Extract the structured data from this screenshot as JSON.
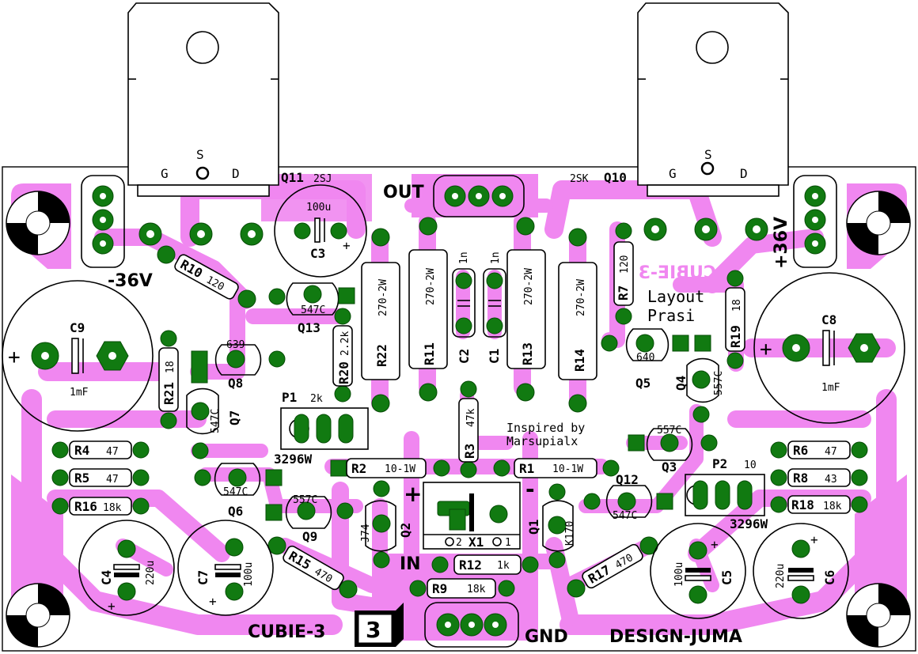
{
  "board": {
    "power": {
      "out": "OUT",
      "in": "IN",
      "gnd": "GND",
      "neg": "-36V",
      "pos": "+36V",
      "plus": "+",
      "minus": "-"
    },
    "title": {
      "name": "CUBIE-3",
      "num": "3",
      "design": "DESIGN-JUMA",
      "mirror": "CUBIE-3"
    },
    "credits": {
      "l1": "Layout",
      "l2": "Prasi",
      "i1": "Inspired by",
      "i2": "Marsupialx"
    },
    "fet": {
      "g": "G",
      "s": "S",
      "d": "D"
    },
    "q11": {
      "ref": "Q11",
      "val": "2SJ"
    },
    "q10": {
      "ref": "Q10",
      "val": "2SK"
    },
    "c3": {
      "ref": "C3",
      "val": "100u"
    },
    "c9": {
      "ref": "C9",
      "val": "1mF"
    },
    "c8": {
      "ref": "C8",
      "val": "1mF"
    },
    "r10": {
      "ref": "R10",
      "val": "120"
    },
    "r7": {
      "ref": "R7",
      "val": "120"
    },
    "r22": {
      "ref": "R22",
      "val": "270-2W"
    },
    "r11": {
      "ref": "R11",
      "val": "270-2W"
    },
    "r13": {
      "ref": "R13",
      "val": "270-2W"
    },
    "r14": {
      "ref": "R14",
      "val": "270-2W"
    },
    "c2": {
      "ref": "C2",
      "val": "1n"
    },
    "c1": {
      "ref": "C1",
      "val": "1n"
    },
    "q13": {
      "ref": "Q13",
      "val": "547C"
    },
    "r20": {
      "ref": "R20",
      "val": "2.2k"
    },
    "r19": {
      "ref": "R19",
      "val": "18"
    },
    "r21": {
      "ref": "R21",
      "val": "18"
    },
    "q8": {
      "ref": "Q8",
      "val": "639"
    },
    "q5": {
      "ref": "Q5",
      "val": "640"
    },
    "q7": {
      "ref": "Q7",
      "val": "547C"
    },
    "q4": {
      "ref": "Q4",
      "val": "557C"
    },
    "q3": {
      "ref": "Q3",
      "val": "557C"
    },
    "p1": {
      "ref": "P1",
      "val": "2k",
      "type": "3296W"
    },
    "p2": {
      "ref": "P2",
      "val": "10",
      "type": "3296W"
    },
    "r3": {
      "ref": "R3",
      "val": "47k"
    },
    "r2": {
      "ref": "R2",
      "val": "10-1W"
    },
    "r1": {
      "ref": "R1",
      "val": "10-1W"
    },
    "r4": {
      "ref": "R4",
      "val": "47"
    },
    "r5": {
      "ref": "R5",
      "val": "47"
    },
    "r16": {
      "ref": "R16",
      "val": "18k"
    },
    "r6": {
      "ref": "R6",
      "val": "47"
    },
    "r8": {
      "ref": "R8",
      "val": "43"
    },
    "r18": {
      "ref": "R18",
      "val": "18k"
    },
    "q6": {
      "ref": "Q6",
      "val": "547C"
    },
    "q9": {
      "ref": "Q9",
      "val": "557C"
    },
    "q12": {
      "ref": "Q12",
      "val": "547C"
    },
    "q2": {
      "ref": "Q2",
      "val": "J74"
    },
    "q1": {
      "ref": "Q1",
      "val": "K170"
    },
    "x1": {
      "ref": "X1",
      "p2": "2",
      "p1": "1"
    },
    "r12": {
      "ref": "R12",
      "val": "1k"
    },
    "r9": {
      "ref": "R9",
      "val": "18k"
    },
    "r15": {
      "ref": "R15",
      "val": "470"
    },
    "r17": {
      "ref": "R17",
      "val": "470"
    },
    "c4": {
      "ref": "C4",
      "val": "220u"
    },
    "c7": {
      "ref": "C7",
      "val": "100u"
    },
    "c5": {
      "ref": "C5",
      "val": "100u"
    },
    "c6": {
      "ref": "C6",
      "val": "220u"
    },
    "colors": {
      "copper": "#f087f0",
      "pad": "#117a11",
      "silk": "#000000",
      "board": "#ffffff"
    }
  }
}
